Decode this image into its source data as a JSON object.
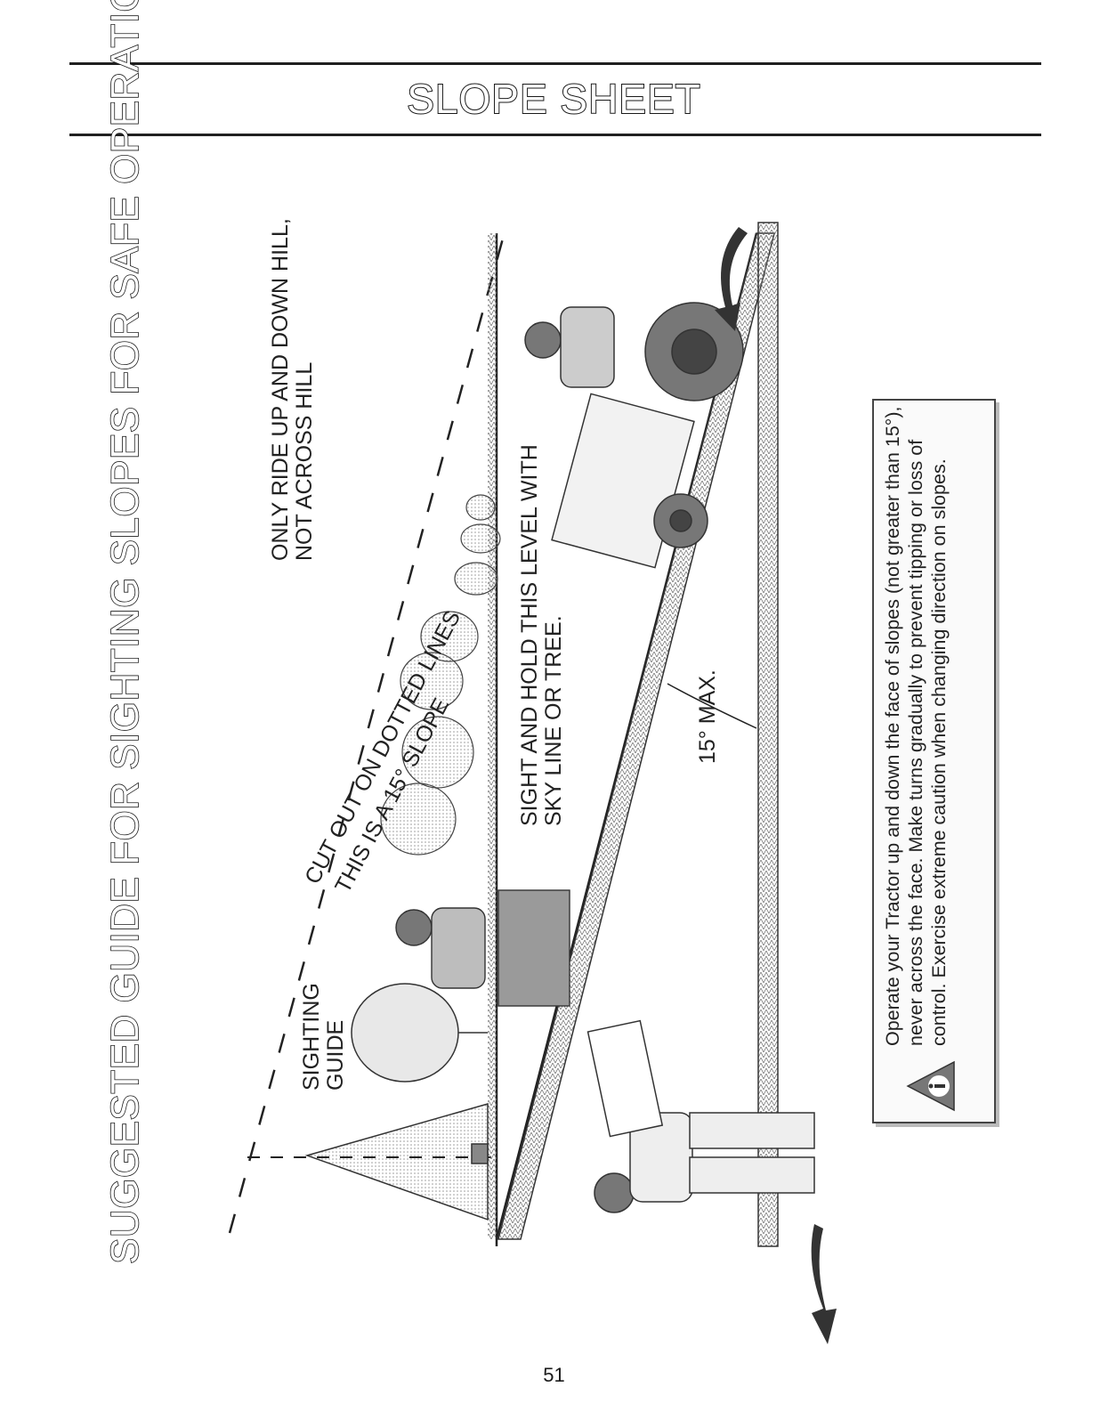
{
  "page": {
    "title": "SLOPE SHEET",
    "heading": "SUGGESTED GUIDE FOR SIGHTING SLOPES FOR SAFE OPERATION",
    "page_number": "51"
  },
  "illustration": {
    "label_ride": [
      "ONLY RIDE UP AND DOWN HILL,",
      "NOT ACROSS HILL"
    ],
    "label_cut": "CUT OUT ON DOTTED LINES",
    "label_slope": "THIS IS A 15° SLOPE",
    "label_sighting": [
      "SIGHTING",
      "GUIDE"
    ],
    "label_sight_hold": [
      "SIGHT AND HOLD THIS LEVEL WITH",
      "SKY LINE OR TREE."
    ],
    "label_max": "15° MAX.",
    "slope_angle_degrees": 15
  },
  "warning": {
    "icon": "warning-triangle-icon",
    "text": "Operate your Tractor up and down the face of slopes (not greater than 15°), never across the face. Make turns gradually to prevent tipping or loss of control. Exercise extreme caution when changing direction on slopes."
  }
}
